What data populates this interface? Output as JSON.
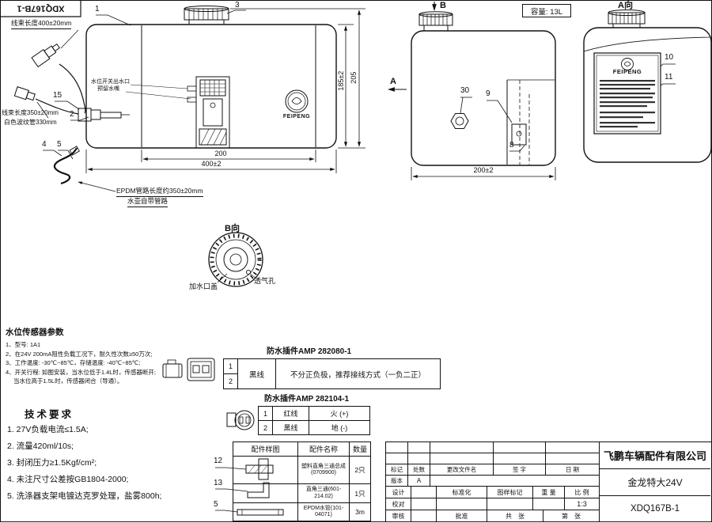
{
  "colors": {
    "ink": "#111111",
    "paper": "#ffffff"
  },
  "corner": {
    "drawing_no": "XDQ167B-1"
  },
  "main_view": {
    "balloon_1": "1",
    "balloon_3": "3",
    "balloon_15": "15",
    "balloon_2": "2",
    "balloon_4": "4",
    "balloon_5": "5",
    "harness_400": "线束长度400±20mm",
    "switch_port": "水位开关出水口",
    "reserved_nozzle": "预留水嘴",
    "harness_350": "线束长度350±20mm",
    "white_tube": "白色波纹管330mm",
    "epdm_note": "EPDM管路长度约350±20mm",
    "self_tube": "水壶自带管路",
    "logo": "FEIPENG",
    "dim_inner_width": "200",
    "dim_total_width": "400±2",
    "dim_body_height": "185±2",
    "dim_total_height": "205"
  },
  "side_view": {
    "capacity": "容量: 13L",
    "view_b": "B",
    "view_a": "A",
    "balloon_30": "30",
    "balloon_9": "9",
    "balloon_8": "8",
    "dim_depth": "200±2"
  },
  "a_view": {
    "title": "A向",
    "balloon_10": "10",
    "balloon_11": "11",
    "plate_logo": "FEIPENG"
  },
  "b_view": {
    "title": "B向",
    "cap_label": "加水口盖",
    "vent_label": "透气孔"
  },
  "sensor_params": {
    "title": "水位传感器参数",
    "lines": [
      "1、型号: 1A1",
      "2、在24V 200mA阻性负载工况下，耐久性次数≥50万次;",
      "3、工作温度: -30℃~85℃，存储温度: -40℃~85℃;",
      "4、开关行程: 如图安装，当水位低于1.4L时，传感器断开;",
      "当水位高于1.5L时，传感器闭合（导通）。"
    ]
  },
  "tech_req": {
    "title": "技术要求",
    "lines": [
      "1.  27V负载电流≤1.5A;",
      "2.  流量420ml/10s;",
      "3.  封闭压力≥1.5Kgf/cm²;",
      "4.  未注尺寸公差按GB1804-2000;",
      "5.  洗涤器支架电镀达克罗处理，盐雾800h;"
    ]
  },
  "connector1": {
    "title": "防水插件AMP 282080-1",
    "pin_1": "1",
    "pin_2": "2",
    "wire": "黑线",
    "note": "不分正负极，推荐接线方式（一负二正）"
  },
  "connector2": {
    "title": "防水插件AMP 282104-1",
    "rows": [
      {
        "pin": "1",
        "wire": "红线",
        "role": "火 (+)"
      },
      {
        "pin": "2",
        "wire": "黑线",
        "role": "地 (-)"
      }
    ]
  },
  "parts_table": {
    "header_sketch": "配件样图",
    "header_name": "配件名称",
    "header_qty": "数量",
    "rows": [
      {
        "balloon": "12",
        "name": "塑料直角三通总成",
        "code": "(0709900)",
        "qty": "2只"
      },
      {
        "balloon": "13",
        "name": "直角三通(601-214.02)",
        "code": "",
        "qty": "1只"
      },
      {
        "balloon": "5",
        "name": "EPDM水管(101-04071)",
        "code": "",
        "qty": "3m"
      }
    ]
  },
  "title_block": {
    "company": "飞鹏车辆配件有限公司",
    "product": "金龙特大24V",
    "drawing_no": "XDQ167B-1",
    "rev_mark": "标记",
    "rev_count": "处数",
    "rev_doc": "更改文件名",
    "rev_sign": "签 字",
    "rev_date": "日 期",
    "version_label": "版本",
    "version_value": "A",
    "role_design": "设计",
    "role_check": "校对",
    "role_audit": "审核",
    "standardization": "标准化",
    "approve": "批准",
    "stamp_mark": "图样标记",
    "stamp_weight": "重 量",
    "stamp_scale": "比 例",
    "scale_value": "1:3",
    "sheet_total": "共　张",
    "sheet_no": "第　张"
  }
}
